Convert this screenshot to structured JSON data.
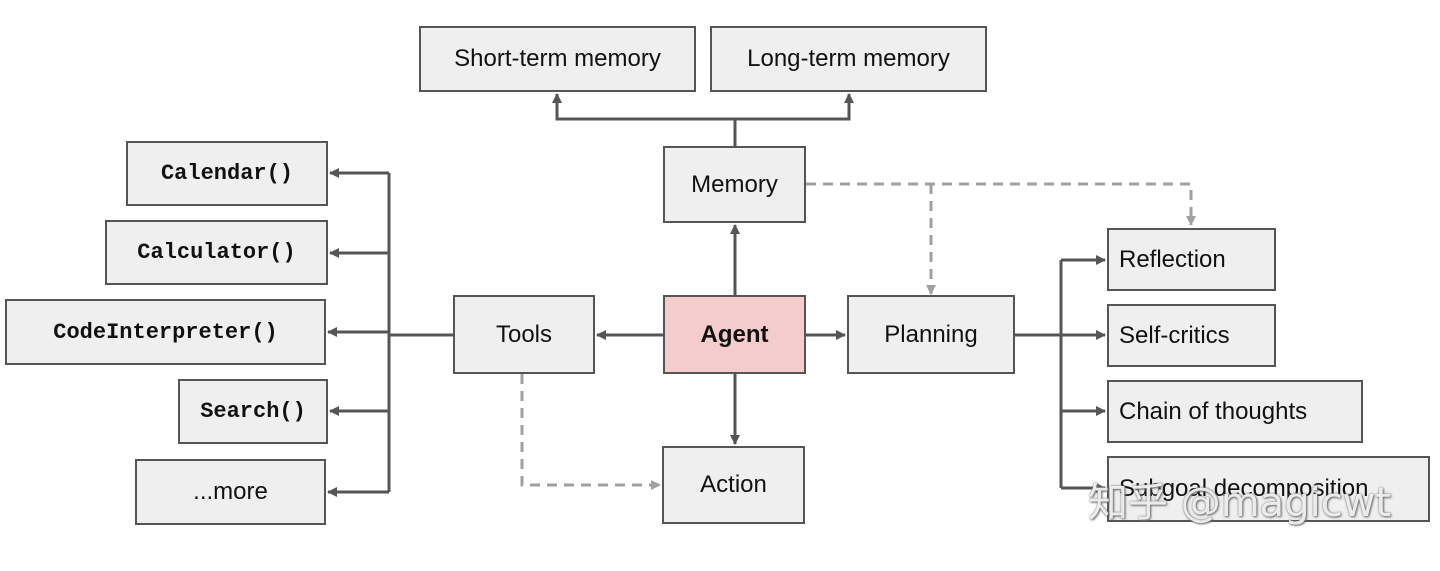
{
  "nodes": {
    "short_term_memory": "Short-term memory",
    "long_term_memory": "Long-term memory",
    "memory": "Memory",
    "agent": "Agent",
    "tools": "Tools",
    "planning": "Planning",
    "action": "Action",
    "calendar": "Calendar()",
    "calculator": "Calculator()",
    "code_interpreter": "CodeInterpreter()",
    "search": "Search()",
    "more": "...more",
    "reflection": "Reflection",
    "self_critics": "Self-critics",
    "chain_of_thoughts": "Chain of thoughts",
    "subgoal_decomposition": "Subgoal decomposition"
  },
  "watermark": "知乎 @magicwt",
  "colors": {
    "box_fill": "#efefef",
    "agent_fill": "#f4cccc",
    "solid_line": "#555555",
    "dashed_line": "#a0a0a0"
  }
}
